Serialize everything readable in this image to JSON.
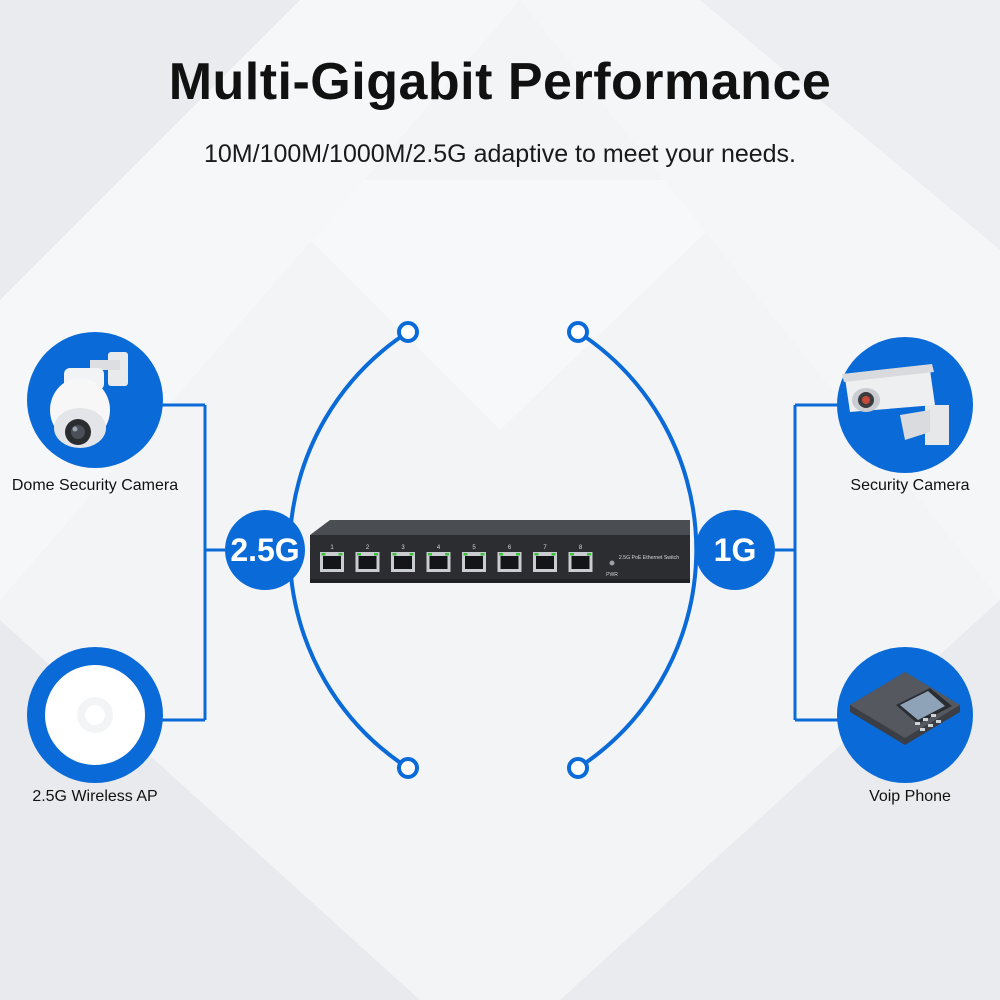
{
  "heading": {
    "title": "Multi-Gigabit Performance",
    "subtitle": "10M/100M/1000M/2.5G adaptive to meet your needs."
  },
  "speeds": {
    "left": "2.5G",
    "right": "1G"
  },
  "devices": {
    "dome_camera": "Dome Security Camera",
    "wireless_ap": "2.5G Wireless AP",
    "security_camera": "Security Camera",
    "voip_phone": "Voip Phone"
  },
  "switch": {
    "model_label": "2.5G PoE Ethernet Switch",
    "power_label": "PWR",
    "port_numbers": [
      "1",
      "2",
      "3",
      "4",
      "5",
      "6",
      "7",
      "8"
    ]
  },
  "colors": {
    "accent_blue": "#0a6ad8",
    "switch_body": "#2e3034",
    "background": "#f3f4f6"
  },
  "icons": {
    "dome_camera": "dome-camera-icon",
    "wireless_ap": "wireless-ap-icon",
    "security_camera": "bullet-camera-icon",
    "voip_phone": "conference-phone-icon"
  }
}
